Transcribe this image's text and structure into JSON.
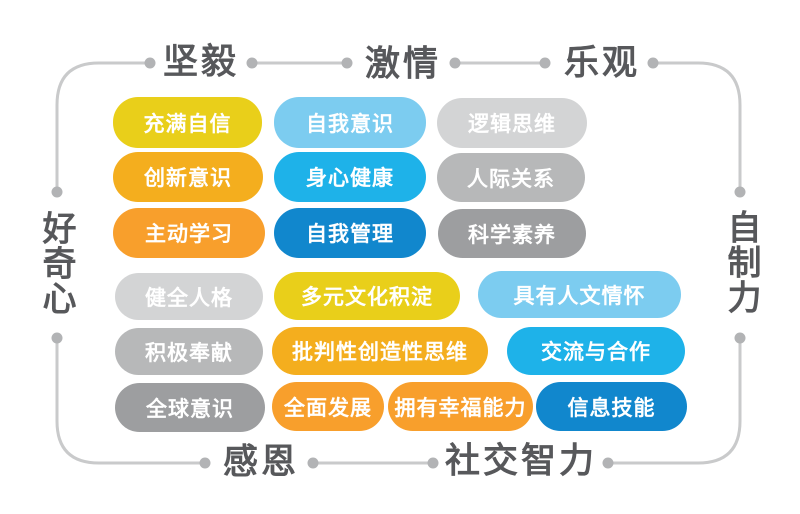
{
  "palette": {
    "yellow": "#e9cf1a",
    "amber": "#f4ae1e",
    "orange": "#f89f2c",
    "blue-light": "#7cccf0",
    "blue-mid": "#1eb2e9",
    "blue-dark": "#1187cd",
    "gray-light": "#d3d4d5",
    "gray-mid": "#b7b8b9",
    "gray-dark": "#9d9ea0",
    "frame-line": "#c9cacb",
    "frame-dot": "#b2b3b5",
    "label-text": "#57585b"
  },
  "frame_labels": {
    "top_left": "坚毅",
    "top_center": "激情",
    "top_right": "乐观",
    "left": "好奇心",
    "right": "自制力",
    "bottom_left": "感恩",
    "bottom_right": "社交智力"
  },
  "pills": [
    {
      "label": "充满自信",
      "tone": "yellow"
    },
    {
      "label": "自我意识",
      "tone": "blue-light"
    },
    {
      "label": "逻辑思维",
      "tone": "gray-light"
    },
    {
      "label": "创新意识",
      "tone": "amber"
    },
    {
      "label": "身心健康",
      "tone": "blue-mid"
    },
    {
      "label": "人际关系",
      "tone": "gray-mid"
    },
    {
      "label": "主动学习",
      "tone": "orange"
    },
    {
      "label": "自我管理",
      "tone": "blue-dark"
    },
    {
      "label": "科学素养",
      "tone": "gray-dark"
    },
    {
      "label": "健全人格",
      "tone": "gray-light"
    },
    {
      "label": "多元文化积淀",
      "tone": "yellow"
    },
    {
      "label": "具有人文情怀",
      "tone": "blue-light"
    },
    {
      "label": "积极奉献",
      "tone": "gray-mid"
    },
    {
      "label": "批判性创造性思维",
      "tone": "amber"
    },
    {
      "label": "交流与合作",
      "tone": "blue-mid"
    },
    {
      "label": "全球意识",
      "tone": "gray-dark"
    },
    {
      "label": "全面发展",
      "tone": "orange"
    },
    {
      "label": "拥有幸福能力",
      "tone": "orange"
    },
    {
      "label": "信息技能",
      "tone": "blue-dark"
    }
  ]
}
